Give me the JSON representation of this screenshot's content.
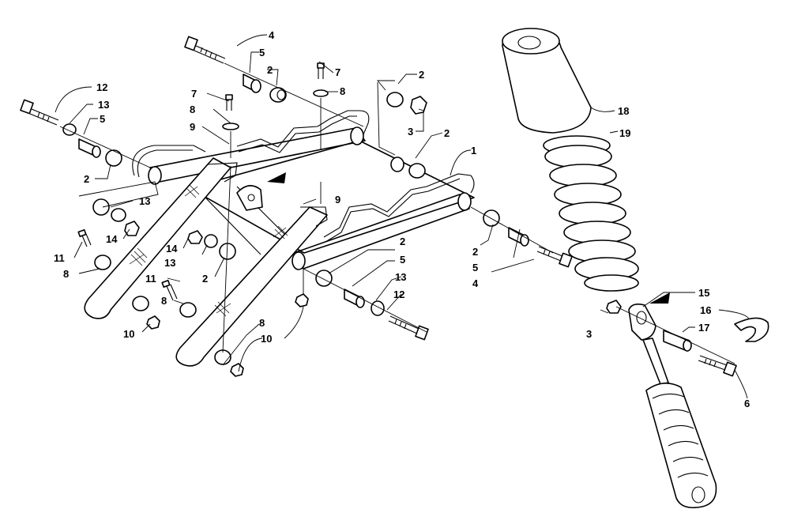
{
  "callouts": {
    "c1": "1",
    "c2a": "2",
    "c2b": "2",
    "c2c": "2",
    "c2d": "2",
    "c2e": "2",
    "c2f": "2",
    "c2g": "2",
    "c3a": "3",
    "c3b": "3",
    "c4a": "4",
    "c4b": "4",
    "c5a": "5",
    "c5b": "5",
    "c5c": "5",
    "c5d": "5",
    "c6": "6",
    "c7a": "7",
    "c7b": "7",
    "c8a": "8",
    "c8b": "8",
    "c8c": "8",
    "c8d": "8",
    "c8e": "8",
    "c9a": "9",
    "c9b": "9",
    "c10a": "10",
    "c10b": "10",
    "c11a": "11",
    "c11b": "11",
    "c12a": "12",
    "c12b": "12",
    "c13a": "13",
    "c13b": "13",
    "c13c": "13",
    "c13d": "13",
    "c14a": "14",
    "c14b": "14",
    "c15": "15",
    "c16": "16",
    "c17": "17",
    "c18": "18",
    "c19": "19"
  }
}
